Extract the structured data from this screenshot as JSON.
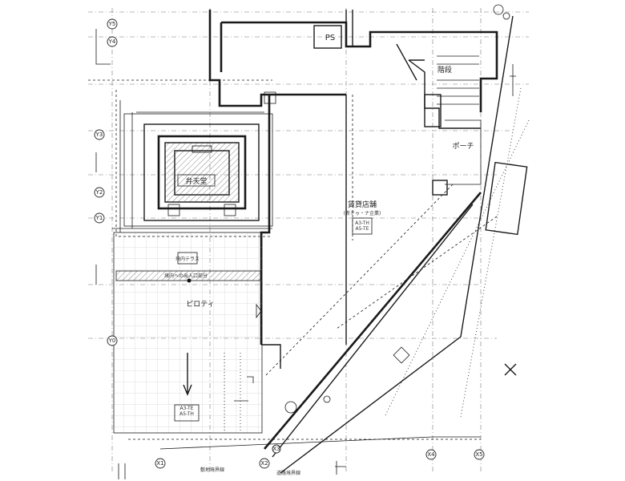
{
  "rooms": {
    "shrine": "弁天堂",
    "store": "賃貸店舗",
    "store_note": "(新ドゥ・ナ企業)",
    "shrine_grounds": "境内テラス",
    "porch": "ポーチ",
    "stairs": "階段",
    "ps": "PS",
    "piloti": "ピロティ",
    "dfr": "",
    "ref_a": "A3-TE\nA5-TH",
    "ref_b": "A3-TH\nA5-TE"
  },
  "grid_bubbles_left": [
    "Y5",
    "Y4",
    "Y3",
    "Y2",
    "Y1",
    "Y0"
  ],
  "grid_bubbles_bottom": [
    "X1",
    "X2",
    "X3",
    "X4",
    "X5"
  ],
  "notes": {
    "bottom_left": "敷地境界線",
    "bottom_mid": "道路境界線",
    "strip": "境内への出入口部分"
  },
  "colors": {
    "ink": "#1a1a1a",
    "paper": "#ffffff",
    "hatch": "#555555"
  }
}
